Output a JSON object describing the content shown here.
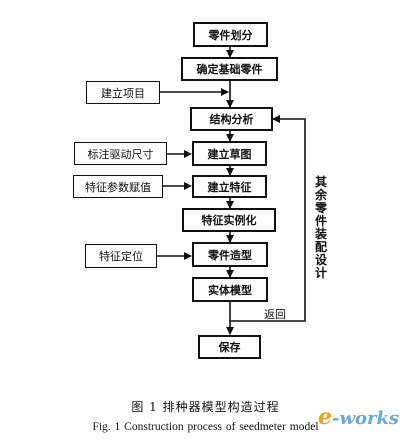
{
  "diagram": {
    "nodes": {
      "partition": "零件划分",
      "base_part": "确定基础零件",
      "project": "建立项目",
      "structure": "结构分析",
      "dim": "标注驱动尺寸",
      "sketch": "建立草图",
      "param": "特征参数赋值",
      "feature": "建立特征",
      "instance": "特征实例化",
      "locate": "特征定位",
      "modeling": "零件造型",
      "solid": "实体模型",
      "save": "保存"
    },
    "side_label": [
      "其",
      "余",
      "零",
      "件",
      "装",
      "配",
      "设",
      "计"
    ],
    "return_label": "返回"
  },
  "caption": {
    "cn": "图 1   排种器模型构造过程",
    "en": "Fig. 1   Construction process of seedmeter model"
  },
  "watermark": {
    "brand": "e-works"
  }
}
